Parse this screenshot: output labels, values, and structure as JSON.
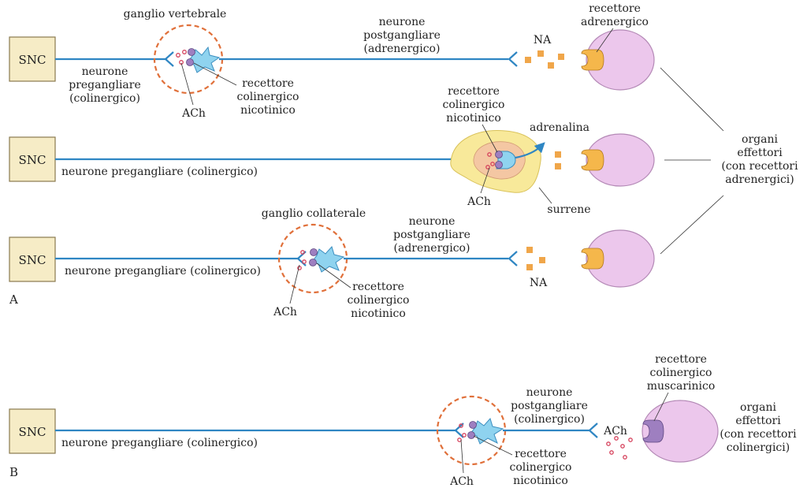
{
  "colors": {
    "axon": "#2f86c3",
    "snc_box_fill": "#f6ecc6",
    "snc_box_stroke": "#8a7a4f",
    "ganglion_ring": "#e0703a",
    "neuron_body": "#8fd3ef",
    "receptor": "#9e7fc0",
    "ach_dot": "#d6435d",
    "na_square": "#f0a64a",
    "effector_fill": "#ecc7ec",
    "effector_stroke": "#b489b6",
    "adrenergic_receptor": "#f5b74b",
    "adrenal_outer": "#f8e99a",
    "adrenal_inner": "#f4c7a3"
  },
  "panel_labels": {
    "a": "A",
    "b": "B"
  },
  "row1": {
    "snc": "SNC",
    "pre_neuron": [
      "neurone",
      "pregangliare",
      "(colinergico)"
    ],
    "ganglion": "ganglio vertebrale",
    "ach": "ACh",
    "receptor": [
      "recettore",
      "colinergico",
      "nicotinico"
    ],
    "post_neuron": [
      "neurone",
      "postgangliare",
      "(adrenergico)"
    ],
    "na": "NA",
    "effector_receptor": [
      "recettore",
      "adrenergico"
    ]
  },
  "row2": {
    "snc": "SNC",
    "pre_neuron": "neurone pregangliare (colinergico)",
    "receptor": [
      "recettore",
      "colinergico",
      "nicotinico"
    ],
    "hormone": "adrenalina",
    "ach": "ACh",
    "gland": "surrene"
  },
  "row3": {
    "snc": "SNC",
    "pre_neuron": "neurone pregangliare (colinergico)",
    "ganglion": "ganglio collaterale",
    "post_neuron": [
      "neurone",
      "postgangliare",
      "(adrenergico)"
    ],
    "ach": "ACh",
    "receptor": [
      "recettore",
      "colinergico",
      "nicotinico"
    ],
    "na": "NA"
  },
  "effectors_a": [
    "organi",
    "effettori",
    "(con recettori",
    "adrenergici)"
  ],
  "row4": {
    "snc": "SNC",
    "pre_neuron": "neurone pregangliare (colinergico)",
    "post_neuron": [
      "neurone",
      "postgangliare",
      "(colinergico)"
    ],
    "ach_release": "ACh",
    "ach": "ACh",
    "receptor": [
      "recettore",
      "colinergico",
      "nicotinico"
    ],
    "muscarinic": [
      "recettore",
      "colinergico",
      "muscarinico"
    ],
    "effectors": [
      "organi",
      "effettori",
      "(con recettori",
      "colinergici)"
    ]
  }
}
